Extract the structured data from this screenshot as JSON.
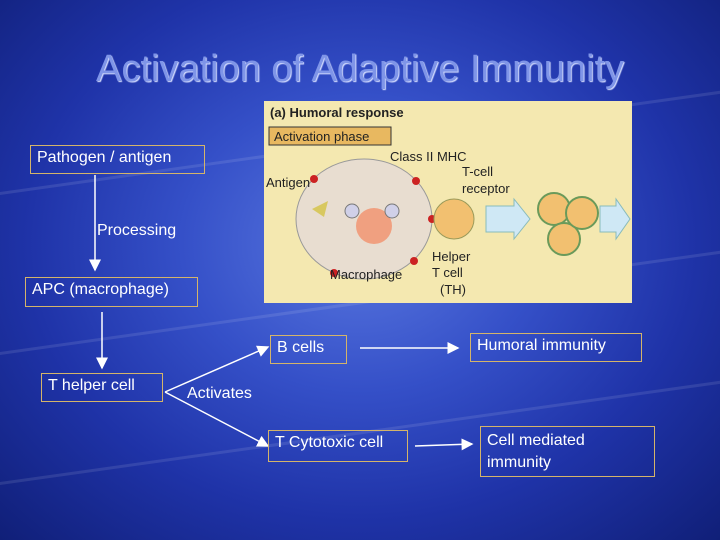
{
  "slide": {
    "title": "Activation of Adaptive Immunity"
  },
  "flow": {
    "pathogen": "Pathogen / antigen",
    "processing": "Processing",
    "apc": "APC (macrophage)",
    "t_helper": "T helper cell",
    "activates": "Activates",
    "b_cells": "B cells",
    "t_cytotoxic": "T Cytotoxic cell",
    "humoral": "Humoral immunity",
    "cell_mediated": "Cell mediated immunity"
  },
  "figure": {
    "header": "(a) Humoral response",
    "phase": "Activation phase",
    "labels": {
      "class2": "Class II MHC",
      "tcell_receptor_1": "T-cell",
      "tcell_receptor_2": "receptor",
      "antigen": "Antigen",
      "macrophage": "Macrophage",
      "helper_1": "Helper",
      "helper_2": "T cell",
      "helper_3": "(TH)"
    }
  }
}
